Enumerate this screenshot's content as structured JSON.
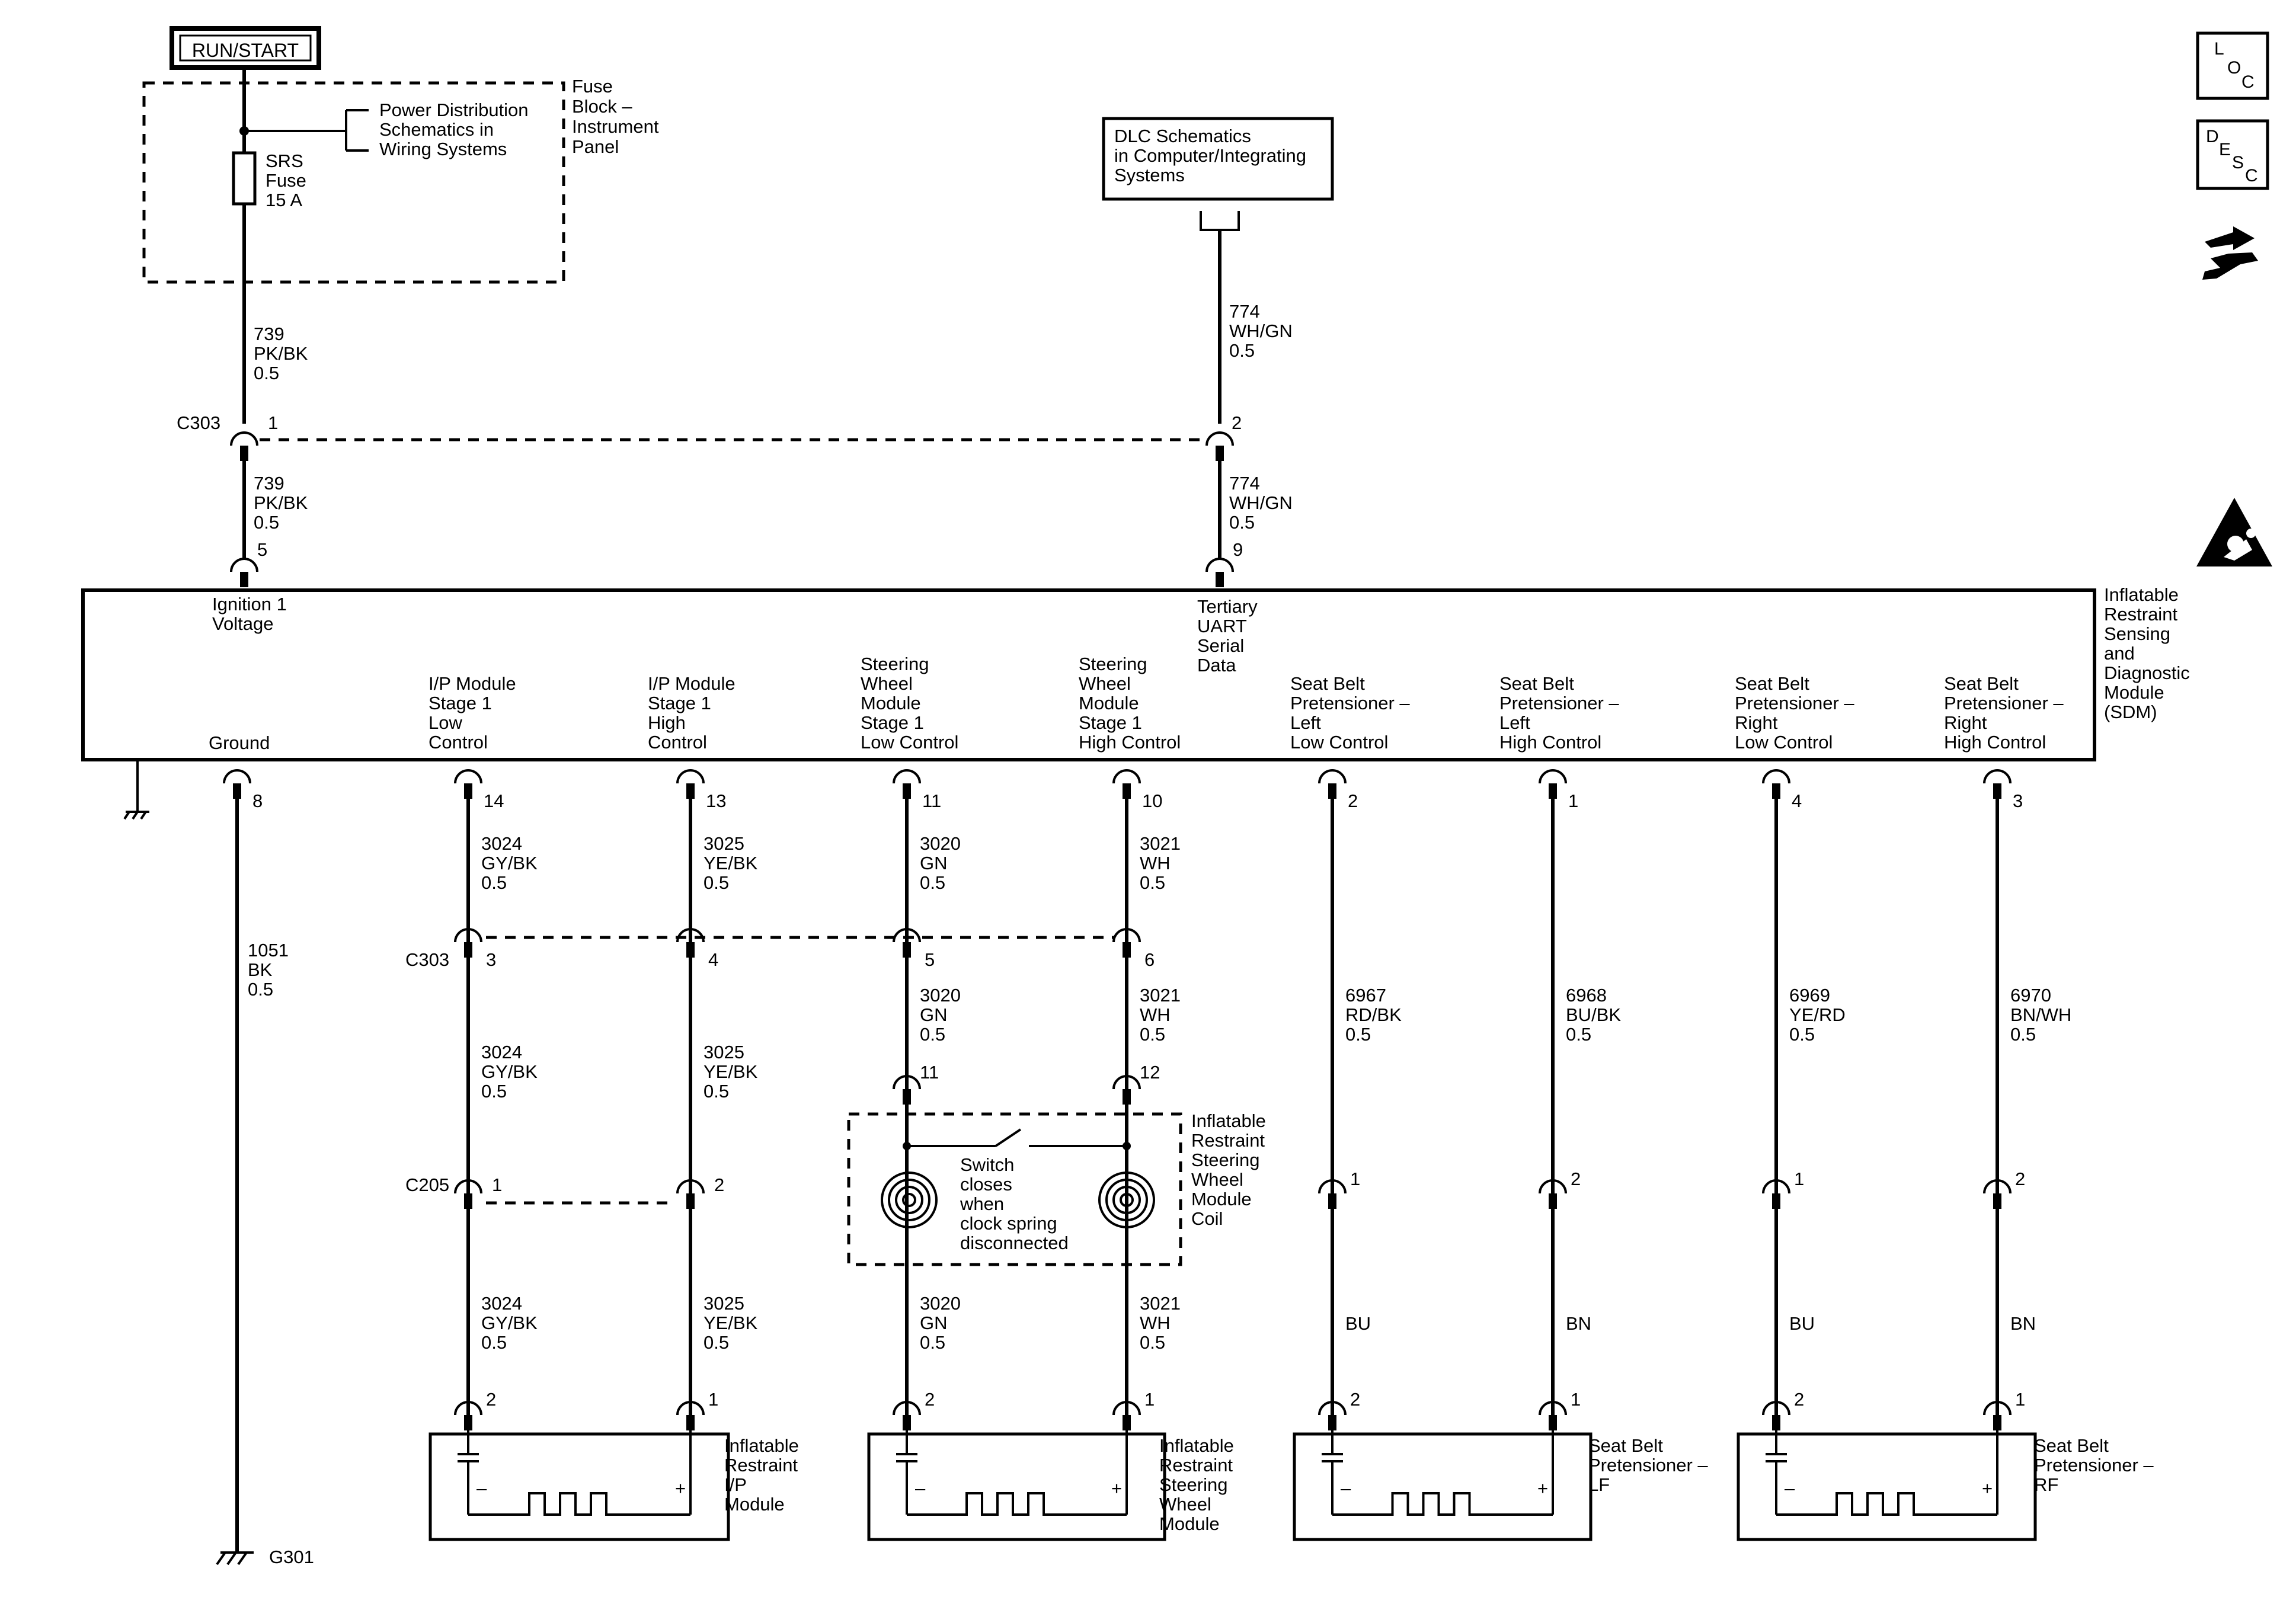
{
  "power_source": {
    "label": "RUN/START"
  },
  "fuse_block": {
    "label": [
      "Fuse",
      "Block –",
      "Instrument",
      "Panel"
    ],
    "fuse": [
      "SRS",
      "Fuse",
      "15 A"
    ],
    "ref": [
      "Power Distribution",
      "Schematics in",
      "Wiring  Systems"
    ]
  },
  "dlc": {
    "label": [
      "DLC Schematics",
      "in Computer/Integrating",
      "Systems"
    ]
  },
  "connectors": {
    "c303": "C303",
    "c205": "C205"
  },
  "module": {
    "name": [
      "Inflatable",
      "Restraint",
      "Sensing",
      "and",
      "Diagnostic",
      "Module",
      "(SDM)"
    ],
    "ignition": [
      "Ignition 1",
      "Voltage"
    ],
    "uart": [
      "Tertiary",
      "UART",
      "Serial",
      "Data"
    ],
    "ground": "Ground",
    "terminals": [
      [
        "I/P Module",
        "Stage 1",
        "Low",
        "Control"
      ],
      [
        "I/P Module",
        "Stage 1",
        "High",
        "Control"
      ],
      [
        "Steering",
        "Wheel",
        "Module",
        "Stage 1",
        "Low Control"
      ],
      [
        "Steering",
        "Wheel",
        "Module",
        "Stage 1",
        "High Control"
      ],
      [
        "Seat Belt",
        "Pretensioner –",
        "Left",
        "Low Control"
      ],
      [
        "Seat Belt",
        "Pretensioner –",
        "Left",
        "High Control"
      ],
      [
        "Seat Belt",
        "Pretensioner –",
        "Right",
        "Low Control"
      ],
      [
        "Seat Belt",
        "Pretensioner –",
        "Right",
        "High Control"
      ]
    ]
  },
  "pins": {
    "c303_ign": "1",
    "c303_dlc": "2",
    "sdm_ign": "5",
    "sdm_uart": "9",
    "sdm_gnd": "8",
    "sdm_lower": [
      "14",
      "13",
      "11",
      "10",
      "2",
      "1",
      "4",
      "3"
    ],
    "c303_lower": [
      "3",
      "4",
      "5",
      "6"
    ],
    "coil_in": [
      "11",
      "12"
    ],
    "c205": [
      "1",
      "2"
    ],
    "seatbelt_in": [
      "1",
      "2",
      "1",
      "2"
    ],
    "bottom": [
      "2",
      "1",
      "2",
      "1"
    ]
  },
  "wires": {
    "w739": [
      "739",
      "PK/BK",
      "0.5"
    ],
    "w774": [
      "774",
      "WH/GN",
      "0.5"
    ],
    "w1051": [
      "1051",
      "BK",
      "0.5"
    ],
    "w3024": [
      "3024",
      "GY/BK",
      "0.5"
    ],
    "w3025": [
      "3025",
      "YE/BK",
      "0.5"
    ],
    "w3020": [
      "3020",
      "GN",
      "0.5"
    ],
    "w3021": [
      "3021",
      "WH",
      "0.5"
    ],
    "w6967": [
      "6967",
      "RD/BK",
      "0.5"
    ],
    "w6968": [
      "6968",
      "BU/BK",
      "0.5"
    ],
    "w6969": [
      "6969",
      "YE/RD",
      "0.5"
    ],
    "w6970": [
      "6970",
      "BN/WH",
      "0.5"
    ],
    "bu": "BU",
    "bn": "BN"
  },
  "coil": {
    "name": [
      "Inflatable",
      "Restraint",
      "Steering",
      "Wheel",
      "Module",
      "Coil"
    ],
    "note": [
      "Switch",
      "closes",
      "when",
      "clock spring",
      "disconnected"
    ]
  },
  "components": {
    "ip": [
      "Inflatable",
      "Restraint",
      "I/P",
      "Module"
    ],
    "steering": [
      "Inflatable",
      "Restraint",
      "Steering",
      "Wheel",
      "Module"
    ],
    "lf": [
      "Seat Belt",
      "Pretensioner –",
      "LF"
    ],
    "rf": [
      "Seat Belt",
      "Pretensioner –",
      "RF"
    ],
    "minus": "–",
    "plus": "+"
  },
  "ground": {
    "label": "G301"
  },
  "icons": {
    "loc": [
      "L",
      "O",
      "C"
    ],
    "desc": [
      "D",
      "E",
      "S",
      "C"
    ]
  }
}
